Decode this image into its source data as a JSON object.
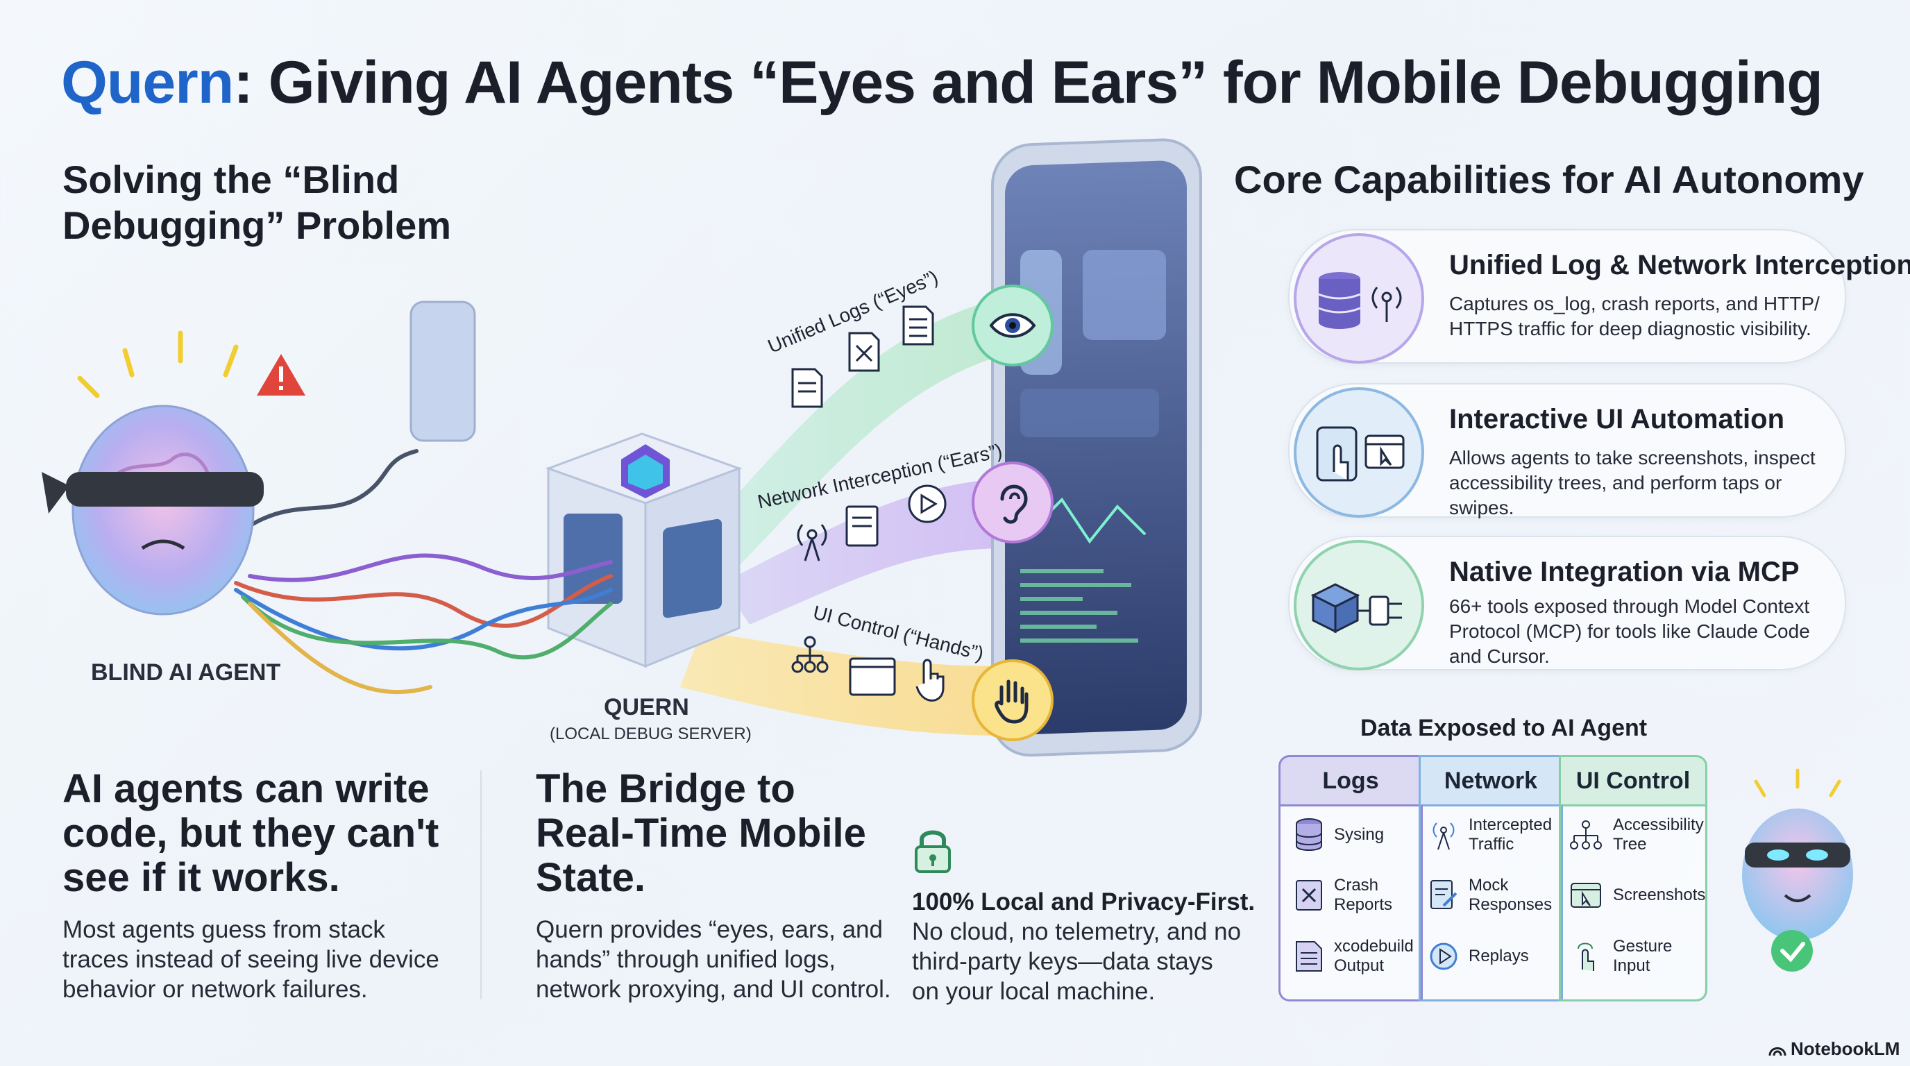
{
  "title": {
    "brand": "Quern",
    "rest": ": Giving AI Agents “Eyes and Ears” for Mobile Debugging"
  },
  "problem": {
    "heading_line1": "Solving the “Blind",
    "heading_line2": "Debugging” Problem",
    "agent_label": "BLIND AI AGENT",
    "bottom_heading": [
      "AI agents can write",
      "code, but they can't",
      "see if it works."
    ],
    "bottom_body": [
      "Most agents guess from stack",
      "traces instead of seeing live device",
      "behavior or network failures."
    ]
  },
  "bridge": {
    "server_label": "QUERN",
    "server_sublabel": "(LOCAL DEBUG SERVER)",
    "flows": [
      {
        "label": "Unified Logs (“Eyes”)",
        "icon": "eye-icon"
      },
      {
        "label": "Network Interception (“Ears”)",
        "icon": "ear-icon"
      },
      {
        "label": "UI Control (“Hands”)",
        "icon": "hand-icon"
      }
    ],
    "heading": [
      "The Bridge to",
      "Real-Time Mobile",
      "State."
    ],
    "body": [
      "Quern provides “eyes, ears, and",
      "hands” through unified logs,",
      "network proxying, and UI control."
    ]
  },
  "privacy": {
    "icon": "lock-icon",
    "bold": "100% Local and Privacy-First.",
    "body": [
      "No cloud, no telemetry, and no",
      "third-party keys—data stays",
      "on your local machine."
    ]
  },
  "capabilities": {
    "heading": "Core Capabilities for AI Autonomy",
    "items": [
      {
        "title": "Unified Log & Network Interception",
        "desc": [
          "Captures os_log, crash reports, and HTTP/",
          "HTTPS traffic for deep diagnostic visibility."
        ],
        "icon": "database-antenna-icon",
        "color": "#ece6fb"
      },
      {
        "title": "Interactive UI Automation",
        "desc": [
          "Allows agents to take screenshots, inspect",
          "accessibility trees, and perform taps or swipes."
        ],
        "icon": "tap-cursor-icon",
        "color": "#e1eef9"
      },
      {
        "title": "Native Integration via MCP",
        "desc": [
          "66+ tools exposed through Model Context",
          "Protocol (MCP) for tools like Claude Code",
          "and Cursor."
        ],
        "icon": "cube-plug-icon",
        "color": "#e0f3ea"
      }
    ]
  },
  "data_table": {
    "title": "Data Exposed to AI Agent",
    "columns": [
      {
        "header": "Logs",
        "color": "#8f88d6",
        "headbg": "#dcd9f3",
        "rows": [
          {
            "label": [
              "Sysing"
            ],
            "icon": "database-icon"
          },
          {
            "label": [
              "Crash",
              "Reports"
            ],
            "icon": "crash-icon"
          },
          {
            "label": [
              "xcodebuild",
              "Output"
            ],
            "icon": "document-icon"
          }
        ]
      },
      {
        "header": "Network",
        "color": "#7fb0de",
        "headbg": "#d5e7f6",
        "rows": [
          {
            "label": [
              "Intercepted",
              "Traffic"
            ],
            "icon": "antenna-icon"
          },
          {
            "label": [
              "Mock",
              "Responses"
            ],
            "icon": "edit-doc-icon"
          },
          {
            "label": [
              "Replays"
            ],
            "icon": "play-icon"
          }
        ]
      },
      {
        "header": "UI Control",
        "color": "#86cfa6",
        "headbg": "#d6efe2",
        "rows": [
          {
            "label": [
              "Accessibility",
              "Tree"
            ],
            "icon": "tree-icon"
          },
          {
            "label": [
              "Screenshots"
            ],
            "icon": "screenshot-icon"
          },
          {
            "label": [
              "Gesture",
              "Input"
            ],
            "icon": "gesture-icon"
          }
        ]
      }
    ]
  },
  "footer": {
    "logo_text": "NotebookLM"
  }
}
